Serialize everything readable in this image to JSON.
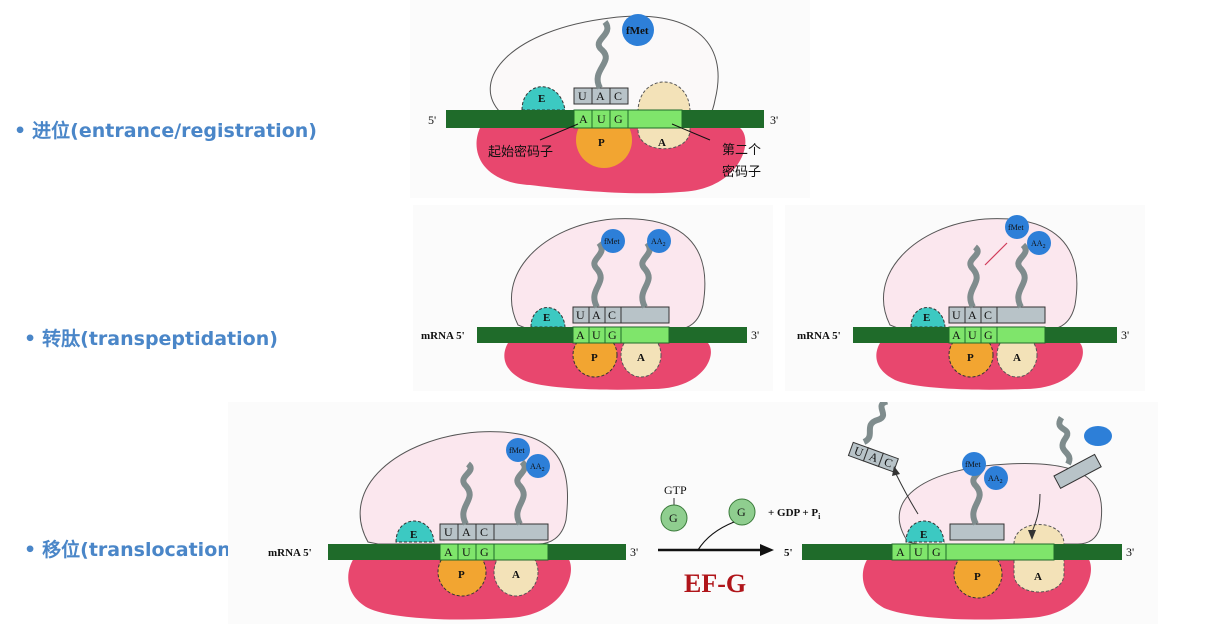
{
  "bullets": {
    "entrance": "进位(entrance/registration)",
    "transpeptidation": "转肽(transpeptidation)",
    "translocation": "移位(translocation)",
    "dot": "•"
  },
  "labels": {
    "five_prime": "5'",
    "three_prime": "3'",
    "mrna_five": "mRNA 5'",
    "site_E": "E",
    "site_P": "P",
    "site_A": "A",
    "fmet": "fMet",
    "aa2": "AA",
    "aa2_sub": "2",
    "start_codon_label": "起始密码子",
    "second_codon_line1": "第二个",
    "second_codon_line2": "密码子",
    "gtp": "GTP",
    "g": "G",
    "gdp_pi": "+ GDP + P",
    "pi_sub": "i",
    "efg": "EF-G"
  },
  "codons": {
    "mrna": [
      "A",
      "U",
      "G"
    ],
    "anticodon": [
      "U",
      "A",
      "C"
    ]
  },
  "colors": {
    "bullet_text": "#4a86c8",
    "mrna_dark": "#1f6b2a",
    "mrna_light": "#7fe56b",
    "large_subunit_fill": "#fbe7ee",
    "small_subunit": "#e8476e",
    "site_E": "#3cc9c2",
    "site_P": "#f2a531",
    "site_A": "#f3e2b8",
    "fmet": "#2d7fd8",
    "efg": "#b0151a"
  }
}
